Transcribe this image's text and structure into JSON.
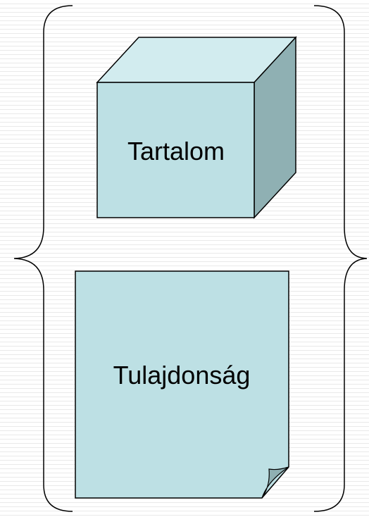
{
  "diagram": {
    "cube_label": "Tartalom",
    "document_label": "Tulajdonság"
  },
  "colors": {
    "shape_fill": "#bde0e4",
    "cube_top": "#d2ecef",
    "cube_side": "#8fb0b3",
    "outline": "#000000",
    "background_line": "#e9e9e9"
  },
  "icons": {
    "left_brace": "left-curly-brace",
    "right_brace": "right-curly-brace",
    "cube": "cube-shape",
    "document": "folded-corner-document"
  }
}
